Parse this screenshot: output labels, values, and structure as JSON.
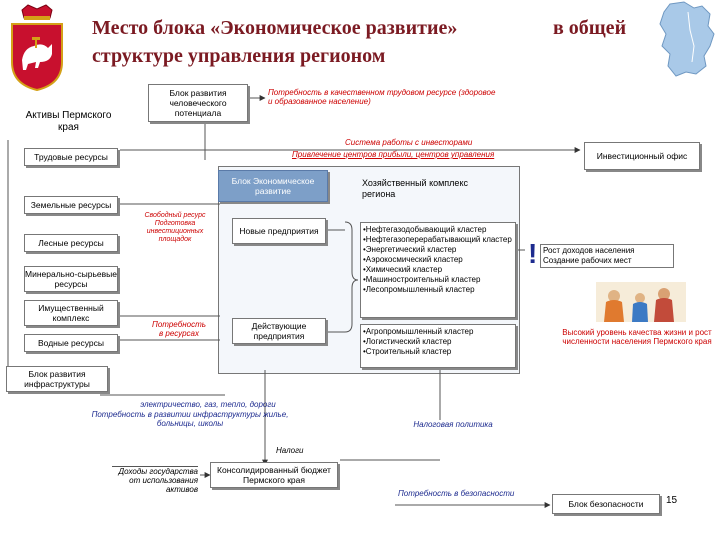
{
  "slide": {
    "title_line1": "Место блока «Экономическое развитие»",
    "title_line1_tail": "в общей",
    "title_line2": "структуре управления регионом",
    "page_number": "15"
  },
  "left": {
    "assets_heading": "Активы Пермского края",
    "items": [
      "Трудовые ресурсы",
      "Земельные ресурсы",
      "Лесные ресурсы",
      "Минерально-сырьевые ресурсы",
      "Имущественный комплекс",
      "Водные ресурсы"
    ],
    "infra_block": "Блок развития инфраструктуры"
  },
  "top": {
    "human_block": "Блок развития человеческого потенциала",
    "labor_need": "Потребность в качественном трудовом ресурсе (здоровое и образованное население)",
    "investor_system": "Система работы с инвесторами",
    "profit_centers": "Привлечение центров прибыли, центров управления",
    "invest_office": "Инвестиционный офис"
  },
  "econ": {
    "block_title": "Блок Экономическое развитие",
    "complex_title": "Хозяйственный комплекс региона",
    "free_resources": "Свободный ресурс Подготовка инвестиционных площадок",
    "resource_need": "Потребность в ресурсах",
    "new_enterprises": "Новые предприятия",
    "existing_enterprises": "Действующие предприятия",
    "clusters_a": [
      "•Нефтегазодобывающий кластер",
      "•Нефтегазоперерабатывающий кластер",
      "•Энергетический кластер",
      "•Аэрокосмический кластер",
      "•Химический кластер",
      "•Машиностроительный кластер",
      "•Лесопромышленный кластер"
    ],
    "clusters_b": [
      "•Агропромышленный кластер",
      "•Логистический кластер",
      "•Строительный кластер"
    ]
  },
  "right": {
    "exclamation": "!",
    "growth_income": "Рост доходов населения",
    "jobs": "Создание рабочих мест",
    "quality_of_life": "Высокий уровень качества жизни и рост численности населения Пермского края"
  },
  "bottom": {
    "infra_needs_1": "электричество, газ, тепло, дороги",
    "infra_needs_2": "Потребность в развитии инфраструктуры жилье, больницы, школы",
    "taxes": "Налоги",
    "tax_policy": "Налоговая политика",
    "state_income": "Доходы государства от использования активов",
    "budget": "Консолидированный бюджет Пермского края",
    "security_need": "Потребность в безопасности",
    "security_block": "Блок безопасности"
  },
  "colors": {
    "title": "#7b1a22",
    "red_text": "#cc0000",
    "blue_text": "#1d2b8f",
    "econ_fill": "#7d9fc8",
    "crest": "#c8102e"
  },
  "icons": [
    "perm-crest-icon",
    "region-map-icon",
    "family-photo-icon",
    "exclamation-icon"
  ]
}
